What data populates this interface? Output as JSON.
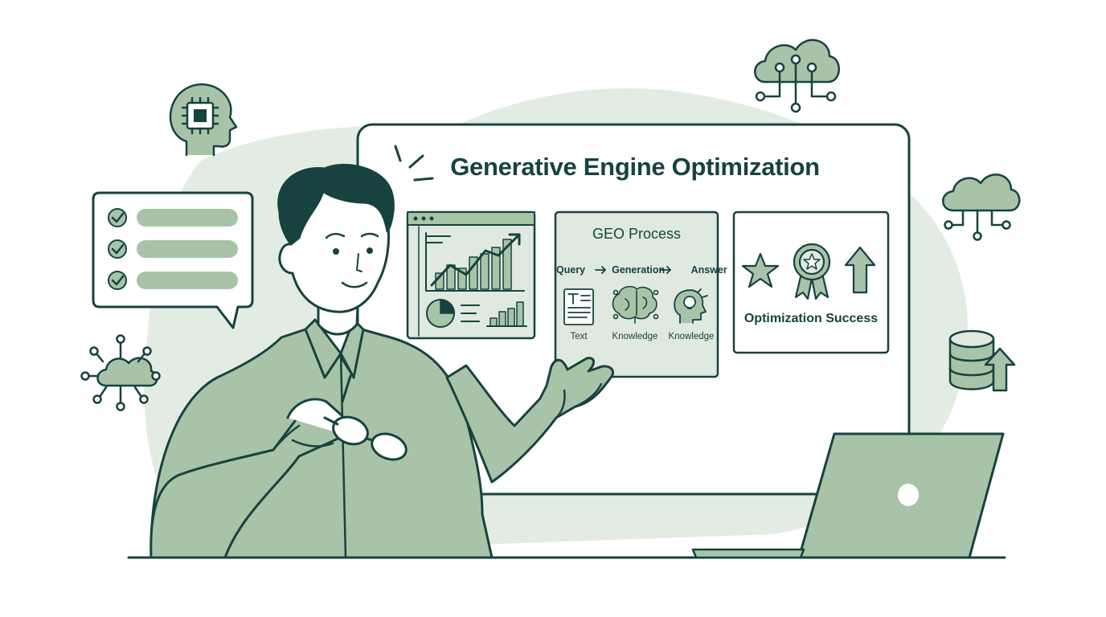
{
  "screen": {
    "title": "Generative Engine Optimization",
    "geo_panel": {
      "title": "GEO Process",
      "flow": [
        "Query",
        "Generation",
        "Answer"
      ],
      "captions": [
        "Text",
        "Knowledge",
        "Knowledge"
      ]
    },
    "success_panel": {
      "label": "Optimization Success"
    }
  },
  "palette": {
    "ink": "#17423f",
    "sage": "#a8c4a8",
    "sage_light": "#dfe9df",
    "background": "#ffffff"
  },
  "icons": [
    "ai-brain-chip-icon",
    "cloud-network-icon",
    "checklist-bubble-icon",
    "line-chart-icon",
    "pie-chart-icon",
    "bar-chart-icon",
    "document-icon",
    "brain-icon",
    "idea-head-icon",
    "star-icon",
    "award-badge-icon",
    "up-arrow-icon",
    "database-upload-icon",
    "laptop-icon",
    "person-presenter"
  ]
}
